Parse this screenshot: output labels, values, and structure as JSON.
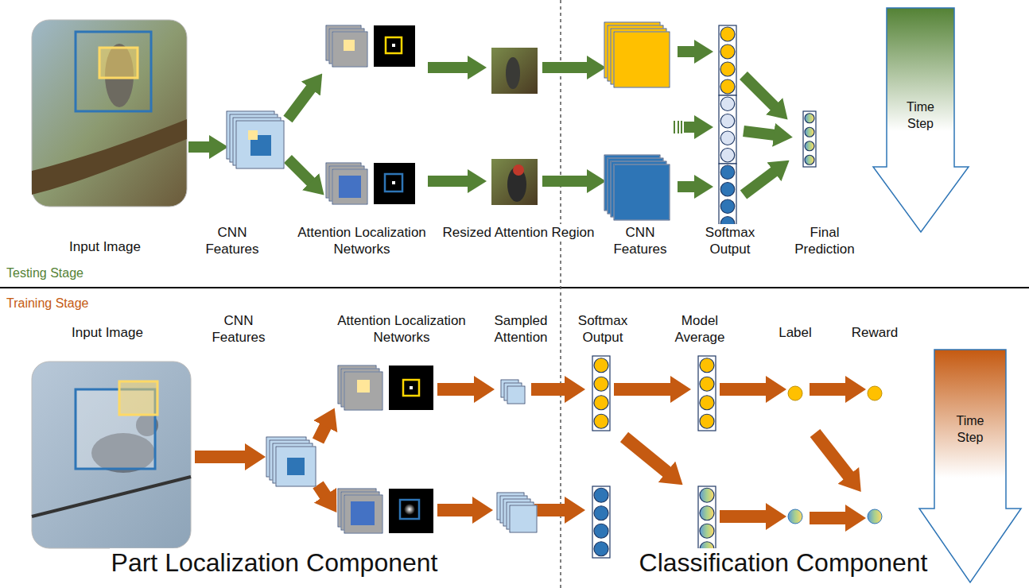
{
  "diagram": {
    "nodes": [
      {
        "text": [
          "Time Step"
        ]
      },
      {
        "text": [
          "Time Step"
        ]
      }
    ],
    "labels": [
      "Input Image",
      "CNN Features",
      "Attention Localization Networks",
      "Resized Attention Region",
      "CNN Features",
      "Softmax Output",
      "Final Prediction",
      "Testing Stage",
      "Training Stage",
      "Input Image",
      "CNN Features",
      "Attention Localization Networks",
      "Sampled Attention",
      "Softmax Output",
      "Model Average",
      "Label",
      "Reward",
      "Part Localization Component",
      "Classification Component"
    ]
  }
}
